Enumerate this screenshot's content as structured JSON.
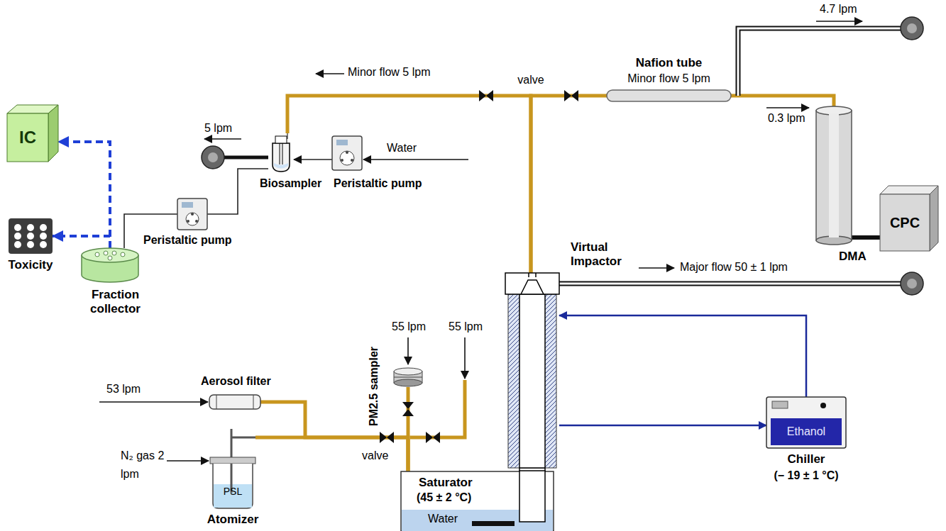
{
  "diagram": {
    "nodes": [
      {
        "text": [
          "IC"
        ]
      },
      {
        "text": [
          "Toxicity"
        ]
      },
      {
        "text": [
          "Fraction collector"
        ]
      },
      {
        "text": [
          "Biosampler"
        ]
      },
      {
        "text": [
          "Peristaltic pump"
        ]
      },
      {
        "text": [
          "Peristaltic pump"
        ]
      },
      {
        "text": [
          "Nafion tube"
        ]
      },
      {
        "text": [
          "DMA"
        ]
      },
      {
        "text": [
          "CPC"
        ]
      },
      {
        "text": [
          "Virtual Impactor"
        ]
      },
      {
        "text": [
          "Ethanol",
          "Chiller",
          "(− 19 ± 1 °C)"
        ]
      },
      {
        "text": [
          "Saturator",
          "(45 ± 2 °C)",
          "Water"
        ]
      },
      {
        "text": [
          "PM2.5 sampler"
        ]
      },
      {
        "text": [
          "Aerosol filter"
        ]
      },
      {
        "text": [
          "PSL",
          "Atomizer"
        ]
      }
    ],
    "edges": [
      {
        "from": 2,
        "to": 0,
        "arrow": "to"
      },
      {
        "from": 2,
        "to": 1,
        "arrow": "to"
      },
      {
        "from": 3,
        "to": 5,
        "arrow": "none"
      },
      {
        "from": 5,
        "to": 2,
        "arrow": "none"
      },
      {
        "from": 4,
        "to": 3,
        "arrow": "to"
      },
      {
        "from": 9,
        "to": 3,
        "arrow": "none"
      },
      {
        "from": 9,
        "to": 6,
        "arrow": "none"
      },
      {
        "from": 6,
        "to": 7,
        "arrow": "none"
      },
      {
        "from": 7,
        "to": 8,
        "arrow": "none"
      },
      {
        "from": 10,
        "to": 9,
        "arrow": "to"
      },
      {
        "from": 9,
        "to": 10,
        "arrow": "to"
      },
      {
        "from": 11,
        "to": 9,
        "arrow": "none"
      },
      {
        "from": 14,
        "to": 11,
        "arrow": "none"
      },
      {
        "from": 13,
        "to": 11,
        "arrow": "none"
      },
      {
        "from": 12,
        "to": 11,
        "arrow": "none"
      }
    ],
    "labels": [
      "Minor flow 5 lpm",
      "valve",
      "Minor flow 5 lpm",
      "4.7 lpm",
      "0.3 lpm",
      "5 lpm",
      "Water",
      "Major flow 50 ± 1 lpm",
      "55 lpm",
      "55 lpm",
      "53 lpm",
      "N₂ gas 2 lpm",
      "valve"
    ]
  }
}
